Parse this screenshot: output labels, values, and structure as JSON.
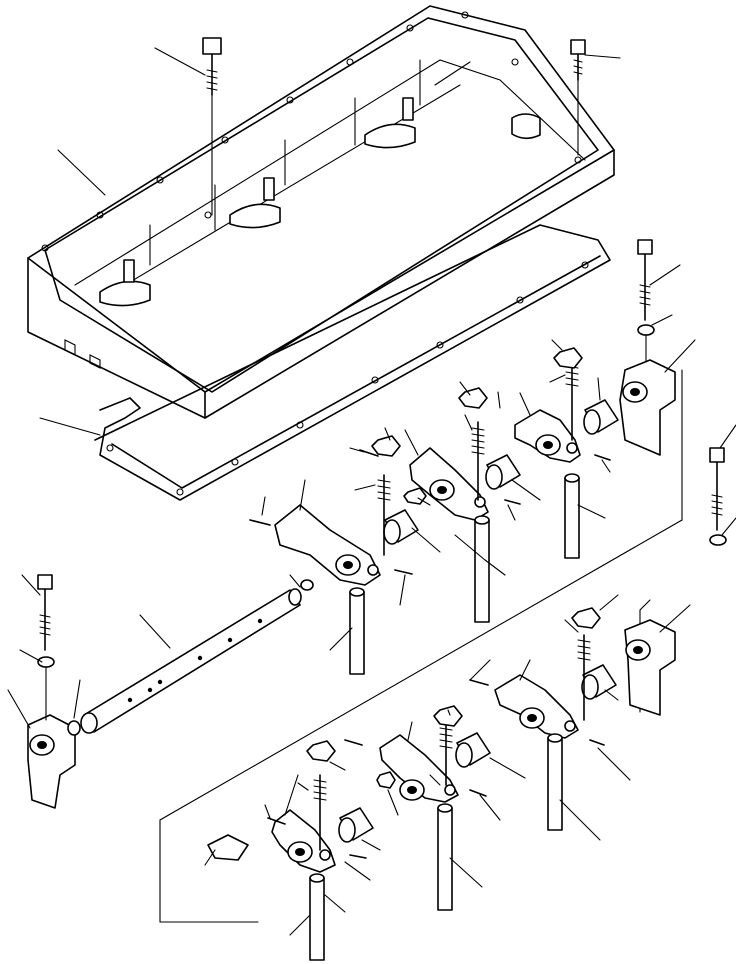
{
  "diagram": {
    "labels": []
  },
  "colors": {
    "ink": "#000000",
    "paper": "#ffffff"
  },
  "parts": [
    {
      "id": "valve-cover",
      "icon": "valve-cover-icon"
    },
    {
      "id": "cover-gasket",
      "icon": "gasket-icon"
    },
    {
      "id": "rocker-shaft",
      "icon": "shaft-icon"
    },
    {
      "id": "rocker-arm",
      "icon": "rocker-arm-icon"
    },
    {
      "id": "push-rod",
      "icon": "push-rod-icon"
    },
    {
      "id": "bushing",
      "icon": "bushing-icon"
    },
    {
      "id": "adjusting-screw",
      "icon": "screw-icon"
    },
    {
      "id": "lock-nut",
      "icon": "nut-icon"
    },
    {
      "id": "shaft-support",
      "icon": "bracket-icon"
    },
    {
      "id": "mounting-bolt",
      "icon": "bolt-icon"
    },
    {
      "id": "washer",
      "icon": "washer-icon"
    }
  ]
}
